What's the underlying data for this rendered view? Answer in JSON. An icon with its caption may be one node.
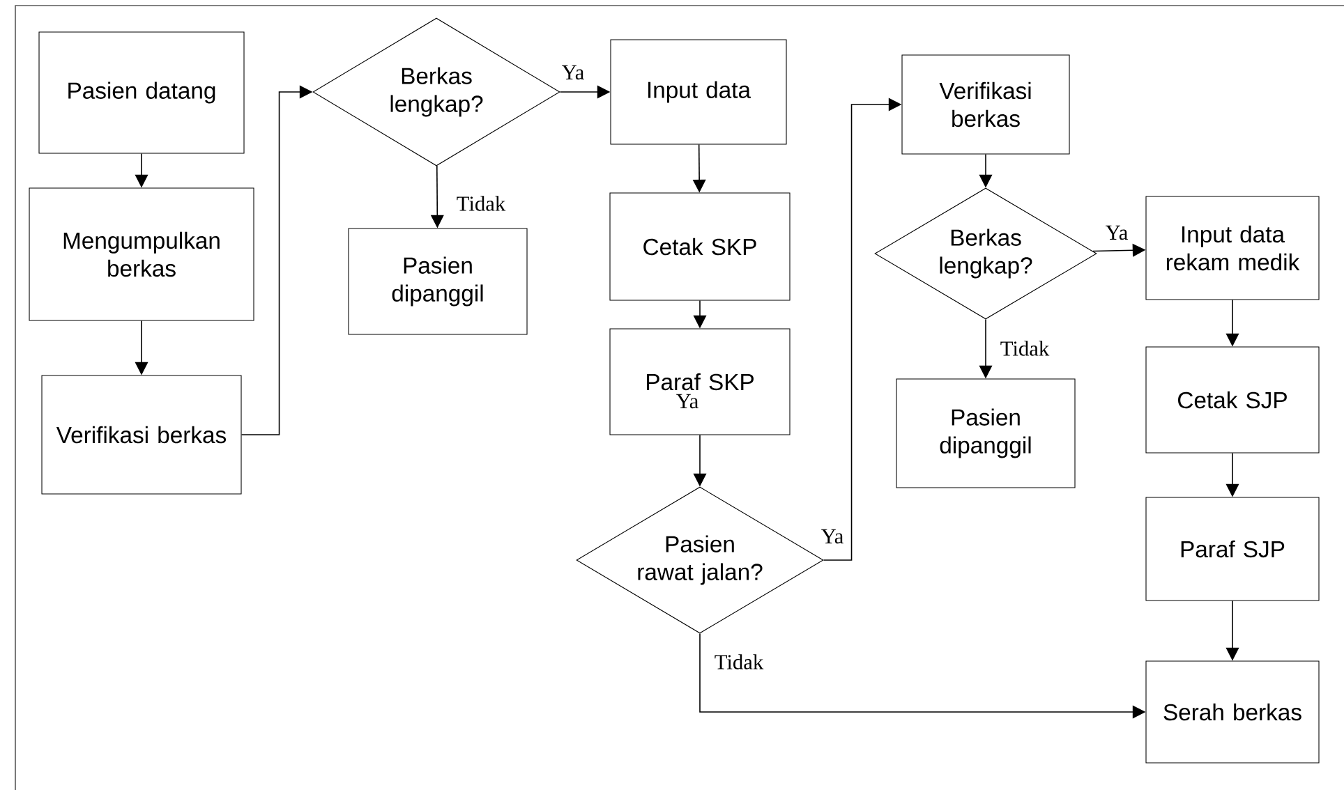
{
  "diagram": {
    "nodes": [
      {
        "text": [
          "Pasien datang"
        ]
      },
      {
        "text": [
          "Mengumpulkan berkas"
        ]
      },
      {
        "text": [
          "Verifikasi berkas"
        ]
      },
      {
        "text": [
          "Berkas lengkap?"
        ]
      },
      {
        "text": [
          "Pasien dipanggil"
        ]
      },
      {
        "text": [
          "Input data"
        ]
      },
      {
        "text": [
          "Cetak SKP"
        ]
      },
      {
        "text": [
          "Paraf SKP"
        ]
      },
      {
        "text": [
          "Pasien rawat jalan?"
        ]
      },
      {
        "text": [
          "Verifikasi berkas"
        ]
      },
      {
        "text": [
          "Berkas lengkap?"
        ]
      },
      {
        "text": [
          "Pasien dipanggil"
        ]
      },
      {
        "text": [
          "Input data rekam medik"
        ]
      },
      {
        "text": [
          "Cetak SJP"
        ]
      },
      {
        "text": [
          "Paraf SJP"
        ]
      },
      {
        "text": [
          "Serah berkas"
        ]
      }
    ],
    "edges": [
      {
        "from": 0,
        "to": 1,
        "arrow": "to"
      },
      {
        "from": 1,
        "to": 2,
        "arrow": "to"
      },
      {
        "from": 2,
        "to": 3,
        "arrow": "to"
      },
      {
        "from": 3,
        "to": 5,
        "arrow": "to",
        "label": "Ya"
      },
      {
        "from": 3,
        "to": 4,
        "arrow": "to",
        "label": "Tidak"
      },
      {
        "from": 5,
        "to": 6,
        "arrow": "to"
      },
      {
        "from": 6,
        "to": 7,
        "arrow": "to"
      },
      {
        "from": 7,
        "to": 8,
        "arrow": "to"
      },
      {
        "from": 8,
        "to": 9,
        "arrow": "to",
        "label": "Ya"
      },
      {
        "from": 8,
        "to": 15,
        "arrow": "to",
        "label": "Tidak"
      },
      {
        "from": 9,
        "to": 10,
        "arrow": "to"
      },
      {
        "from": 10,
        "to": 12,
        "arrow": "to",
        "label": "Ya"
      },
      {
        "from": 10,
        "to": 11,
        "arrow": "to",
        "label": "Tidak"
      },
      {
        "from": 12,
        "to": 13,
        "arrow": "to"
      },
      {
        "from": 13,
        "to": 14,
        "arrow": "to"
      },
      {
        "from": 14,
        "to": 15,
        "arrow": "to"
      }
    ],
    "labels": [
      "Ya"
    ]
  }
}
